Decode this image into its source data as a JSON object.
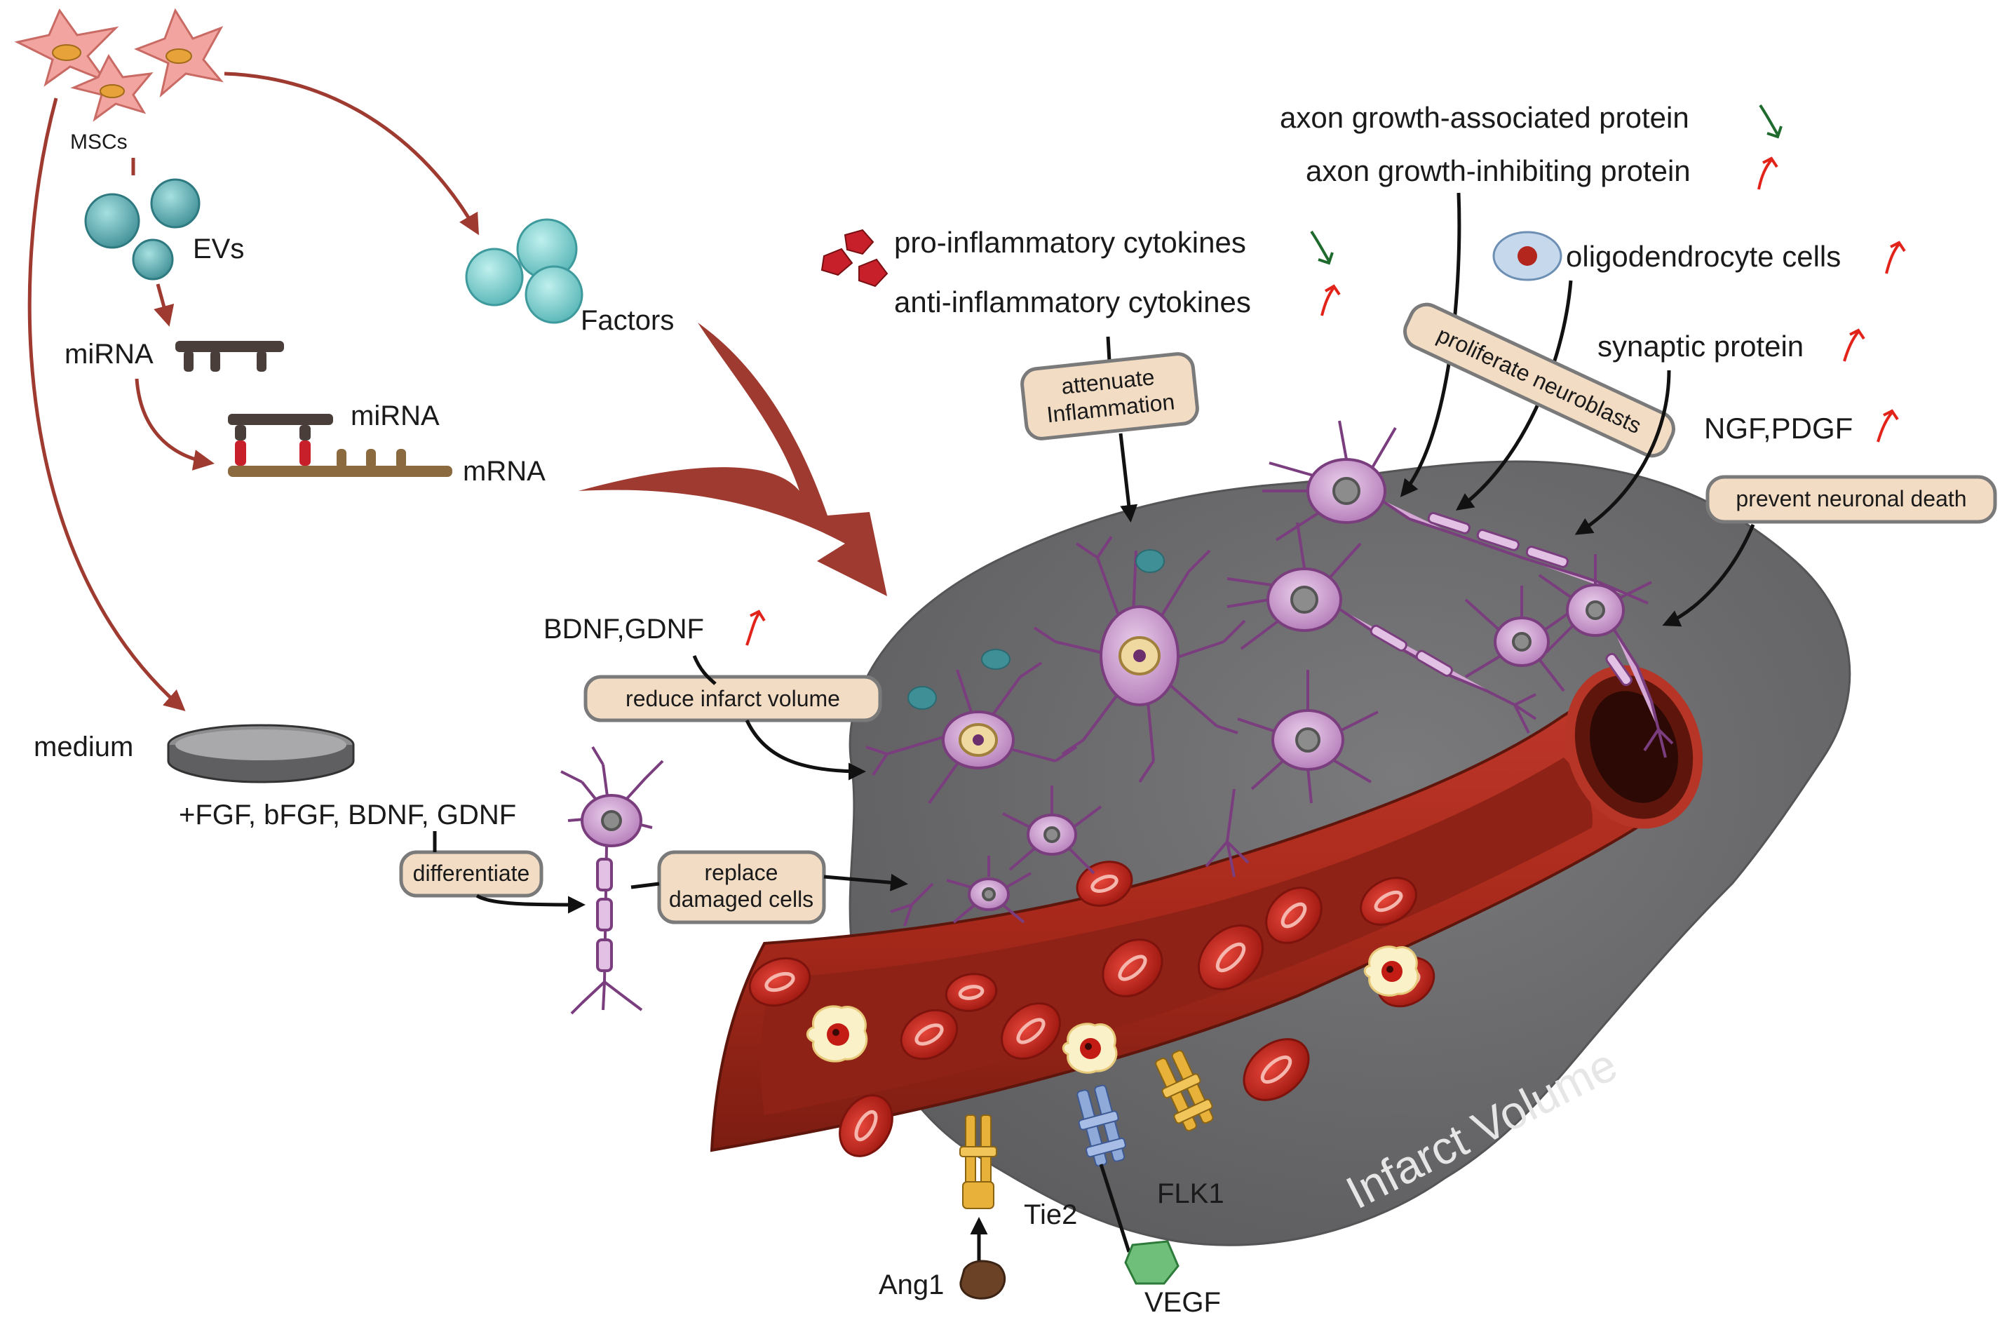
{
  "left_panel": {
    "mscs": "MSCs",
    "evs": "EVs",
    "mirna_top": "miRNA",
    "mirna_pair": "miRNA",
    "mrna": "mRNA",
    "factors": "Factors",
    "medium": "medium",
    "growth_factors": "+FGF, bFGF, BDNF, GDNF",
    "differentiate": "differentiate",
    "replace_line1": "replace",
    "replace_line2": "damaged cells"
  },
  "effects": {
    "bdnf": "BDNF,GDNF",
    "reduce_infarct": "reduce infarct volume",
    "pro_inflammatory": "pro-inflammatory cytokines",
    "anti_inflammatory": "anti-inflammatory cytokines",
    "attenuate_line1": "attenuate",
    "attenuate_line2": "Inflammation",
    "axon_associated": "axon growth-associated protein",
    "axon_inhibiting": "axon growth-inhibiting protein",
    "oligodendrocyte": "oligodendrocyte cells",
    "proliferate": "proliferate neuroblasts",
    "synaptic": "synaptic protein",
    "ngf": "NGF,PDGF",
    "prevent": "prevent neuronal death"
  },
  "vessel": {
    "infarct_volume": "Infarct Volume",
    "tie2": "Tie2",
    "flk1": "FLK1",
    "ang1": "Ang1",
    "vegf": "VEGF"
  },
  "colors": {
    "arrow_brown": "#9e3a30",
    "infarct_gray": "#6d6d6f",
    "vessel_red": "#a8291b",
    "vessel_dark": "#6e1a10",
    "neuron_purple": "#d5a8d6",
    "label_box": "#f2dcc4",
    "up_arrow_red": "#e2231a",
    "down_arrow_green": "#1f6b2e",
    "ev_teal": "#5ebcbd",
    "receptor_orange": "#e8b23a",
    "receptor_blue": "#8fa9d9",
    "vegf_green": "#6fbf7a",
    "ang1_brown": "#6b4226"
  },
  "icons": [
    "msc-cell-icon",
    "ev-vesicle-icon",
    "factor-sphere-icon",
    "mirna-icon",
    "mrna-icon",
    "petri-dish-icon",
    "neuron-icon",
    "cytokine-icon",
    "oligodendrocyte-icon",
    "up-arrow-icon",
    "down-arrow-icon",
    "red-blood-cell-icon",
    "tie2-receptor-icon",
    "flk1-receptor-icon",
    "ang1-ligand-icon",
    "vegf-ligand-icon"
  ]
}
